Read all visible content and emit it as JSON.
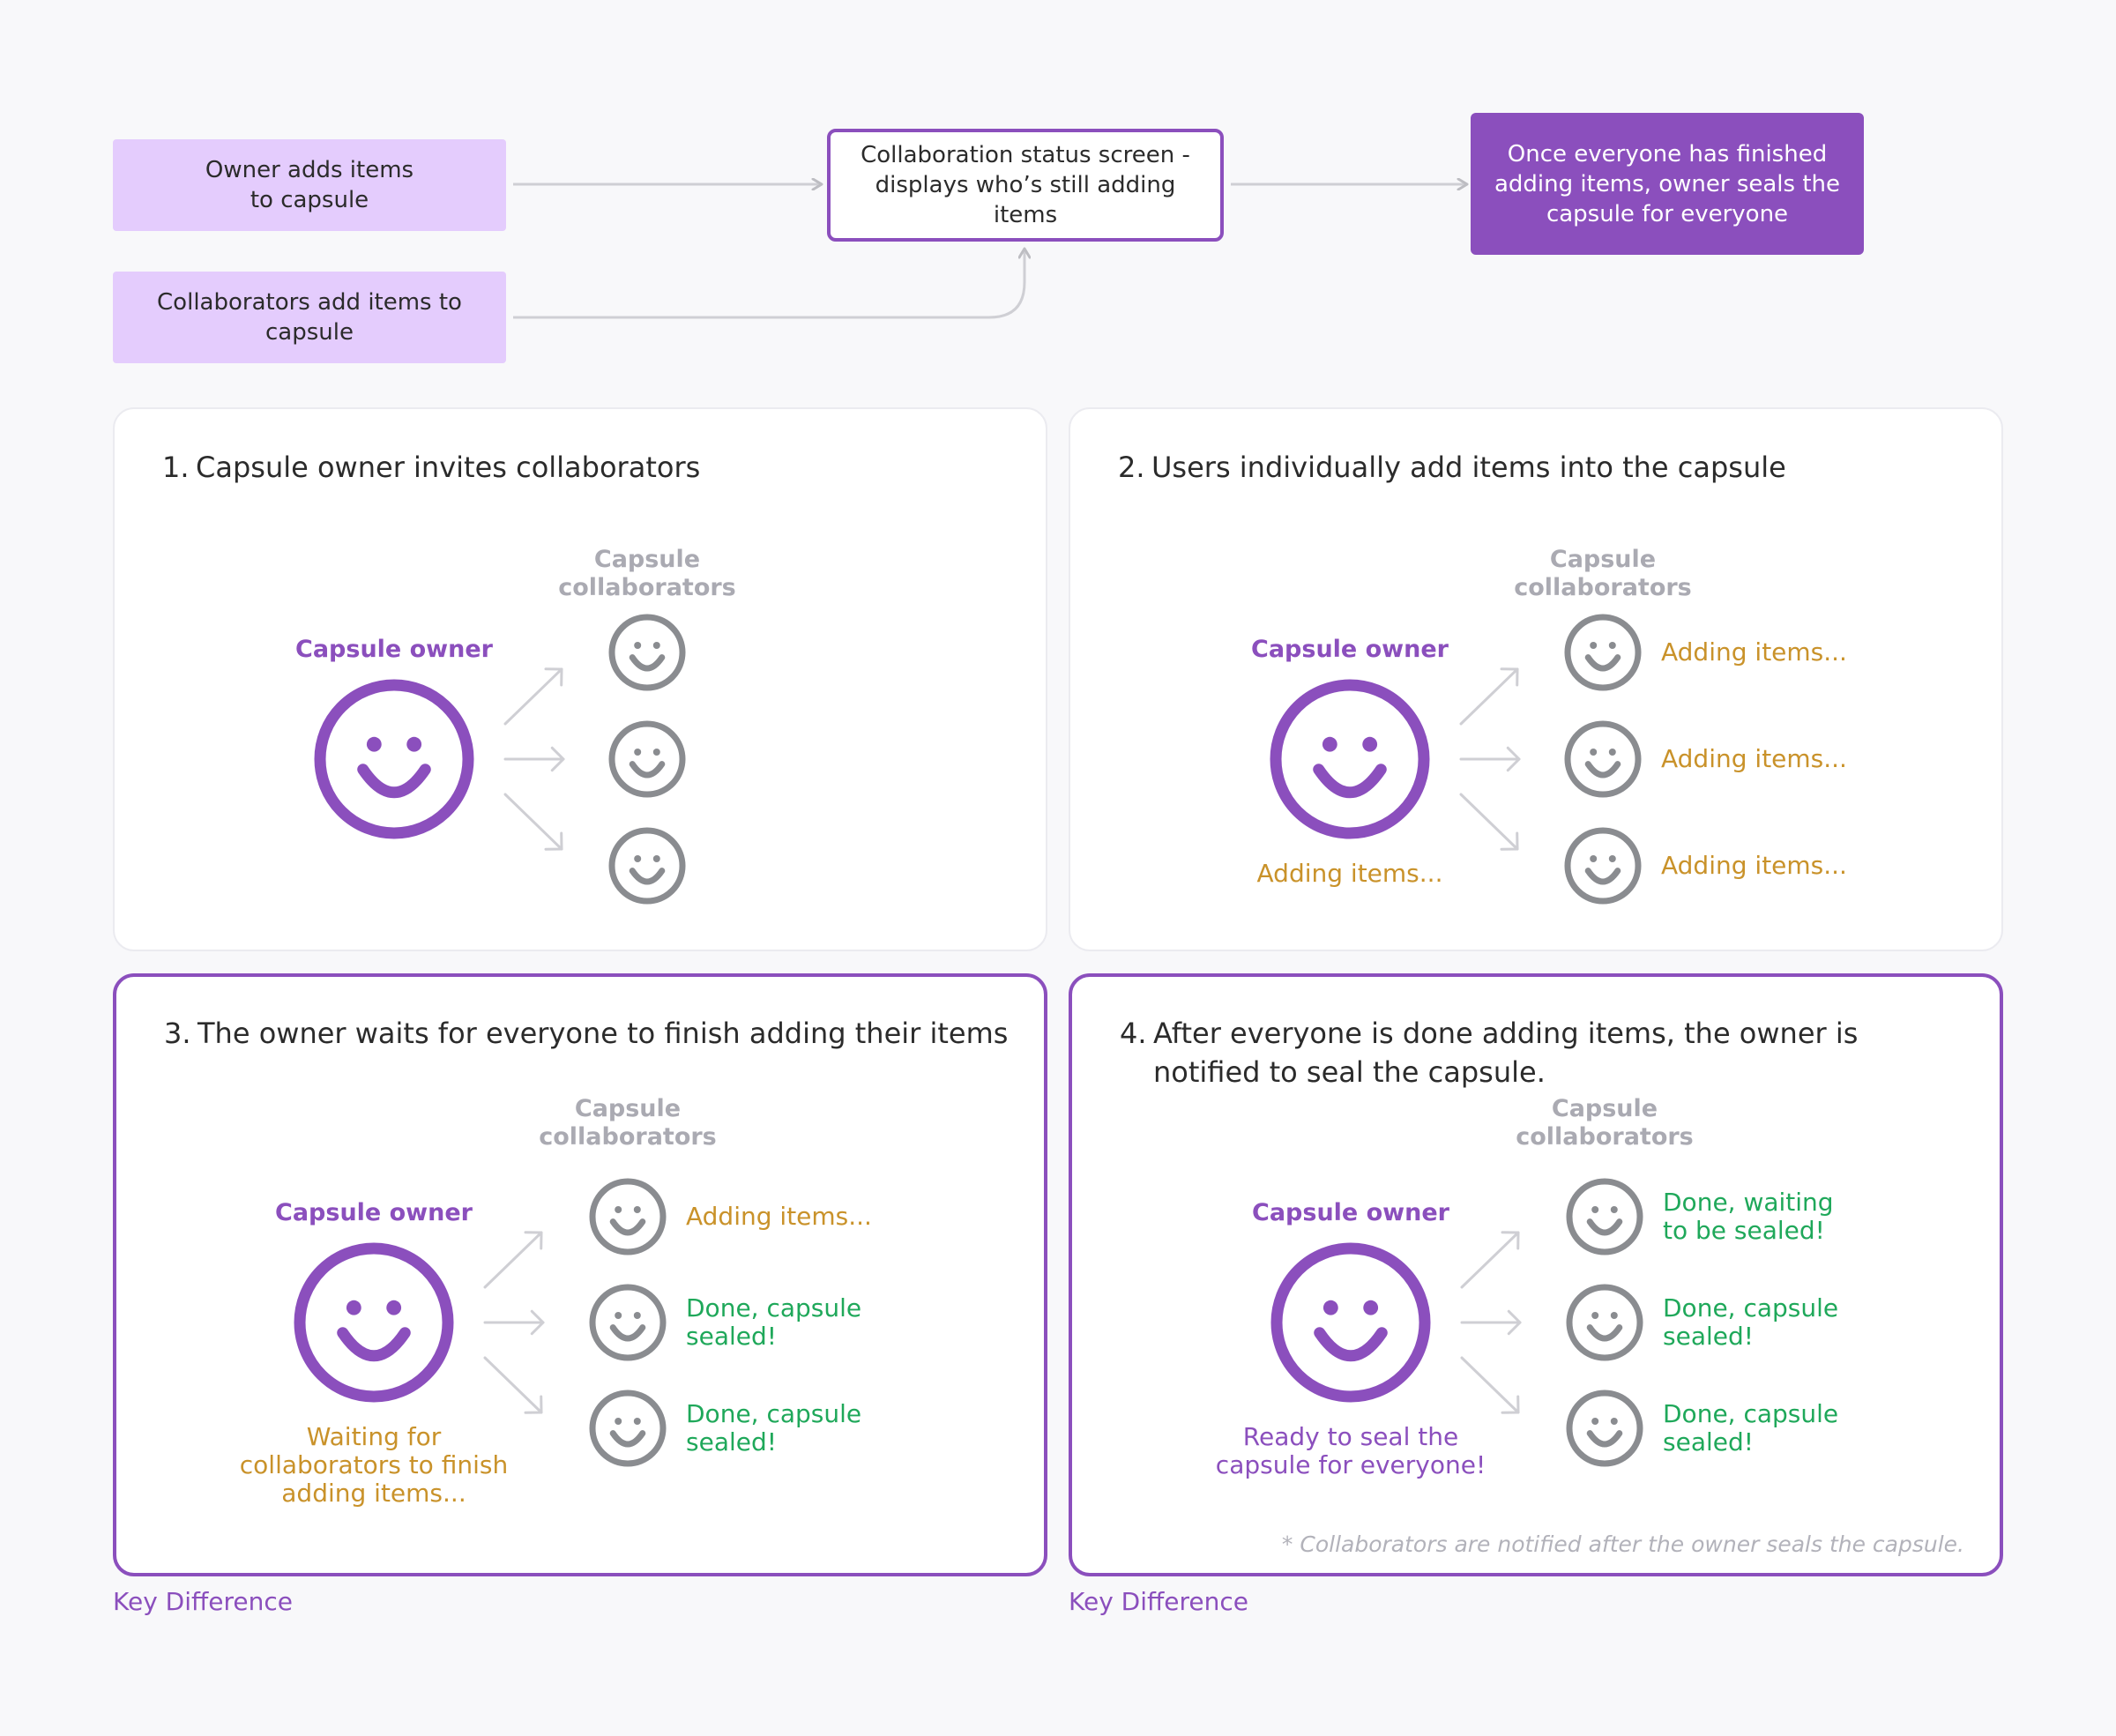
{
  "flow": {
    "owner_adds": "Owner adds items to capsule",
    "collaborators_add": "Collaborators add items to capsule",
    "status_screen": "Collaboration status screen - displays who’s still adding items",
    "seal": "Once everyone has finished adding items, owner seals the capsule for everyone"
  },
  "common": {
    "owner_label": "Capsule owner",
    "collab_header": "Capsule collaborators",
    "key_difference": "Key Difference"
  },
  "panels": [
    {
      "num": "1.",
      "title": "Capsule owner invites collaborators",
      "owner_status": "",
      "collab_statuses": [
        "",
        "",
        ""
      ]
    },
    {
      "num": "2.",
      "title": "Users individually add items into the capsule",
      "owner_status": "Adding items...",
      "collab_statuses": [
        "Adding items...",
        "Adding items...",
        "Adding items..."
      ]
    },
    {
      "num": "3.",
      "title": "The owner waits for everyone to finish adding their items",
      "owner_status": "Waiting for collaborators to finish adding items...",
      "collab_statuses": [
        "Adding items...",
        "Done, capsule sealed!",
        "Done, capsule sealed!"
      ]
    },
    {
      "num": "4.",
      "title": "After everyone is done adding items, the owner is notified to seal the capsule.",
      "owner_status": "Ready to seal the capsule for everyone!",
      "collab_statuses": [
        "Done, waiting to be sealed!",
        "Done, capsule sealed!",
        "Done, capsule sealed!"
      ],
      "footnote": "* Collaborators are notified after the owner seals the capsule."
    }
  ],
  "colors": {
    "purple": "#8b4fbd",
    "light_purple": "#e4ccfd",
    "gray_face": "#8a8c90",
    "arrow_gray": "#cfcfd4",
    "adding_orange": "#c9922a",
    "done_green": "#1fa85a"
  }
}
